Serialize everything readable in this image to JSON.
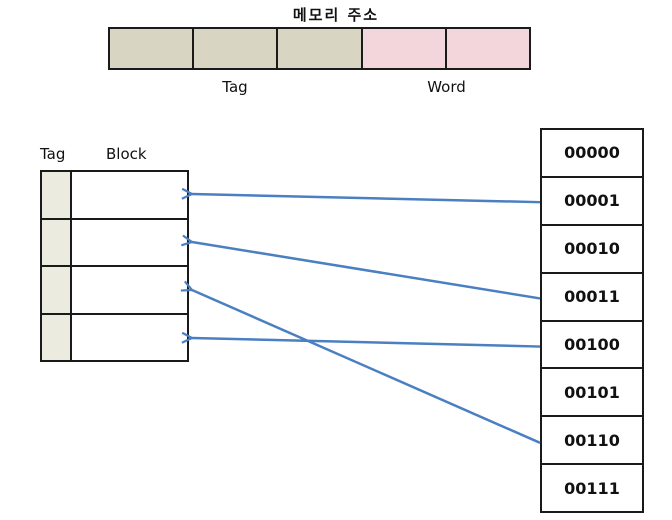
{
  "address": {
    "title": "메모리 주소",
    "tag_label": "Tag",
    "word_label": "Word",
    "tag_cells": 3,
    "word_cells": 2
  },
  "cache": {
    "tag_header": "Tag",
    "block_header": "Block",
    "line_count": 4
  },
  "memory": {
    "addresses": [
      "00000",
      "00001",
      "00010",
      "00011",
      "00100",
      "00101",
      "00110",
      "00111"
    ]
  },
  "mappings": [
    {
      "from": "00001",
      "to_line": 1
    },
    {
      "from": "00011",
      "to_line": 2
    },
    {
      "from": "00100",
      "to_line": 4
    },
    {
      "from": "00110",
      "to_line": 3
    }
  ],
  "colors": {
    "tag_fill": "#d8d6c2",
    "word_fill": "#f2d6dc",
    "cache_tag_fill": "#ecebdf",
    "arrow": "#4a7fc1"
  }
}
